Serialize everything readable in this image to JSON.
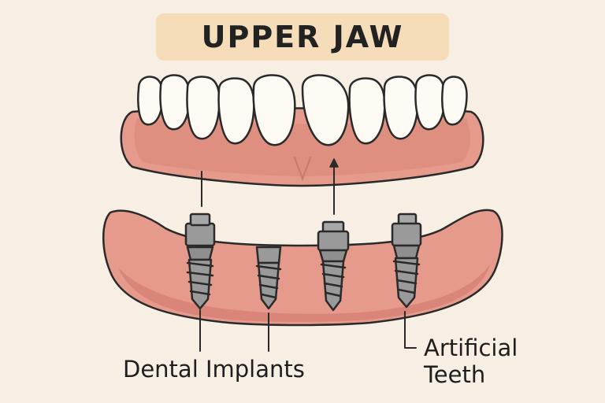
{
  "title": "UPPER JAW",
  "labels": {
    "implants": "Dental Implants",
    "teeth_line1": "Artificial",
    "teeth_line2": "Teeth"
  },
  "colors": {
    "background": "#f7efe4",
    "title_bg": "#f6ddb9",
    "gum": "#e69a8b",
    "gum_shadow": "#d9857a",
    "tooth": "#fdfbf4",
    "implant": "#9a9a9a",
    "outline": "#2a2a2a"
  },
  "icons": [
    "tooth-icon",
    "implant-screw-icon",
    "arrow-up-icon"
  ]
}
